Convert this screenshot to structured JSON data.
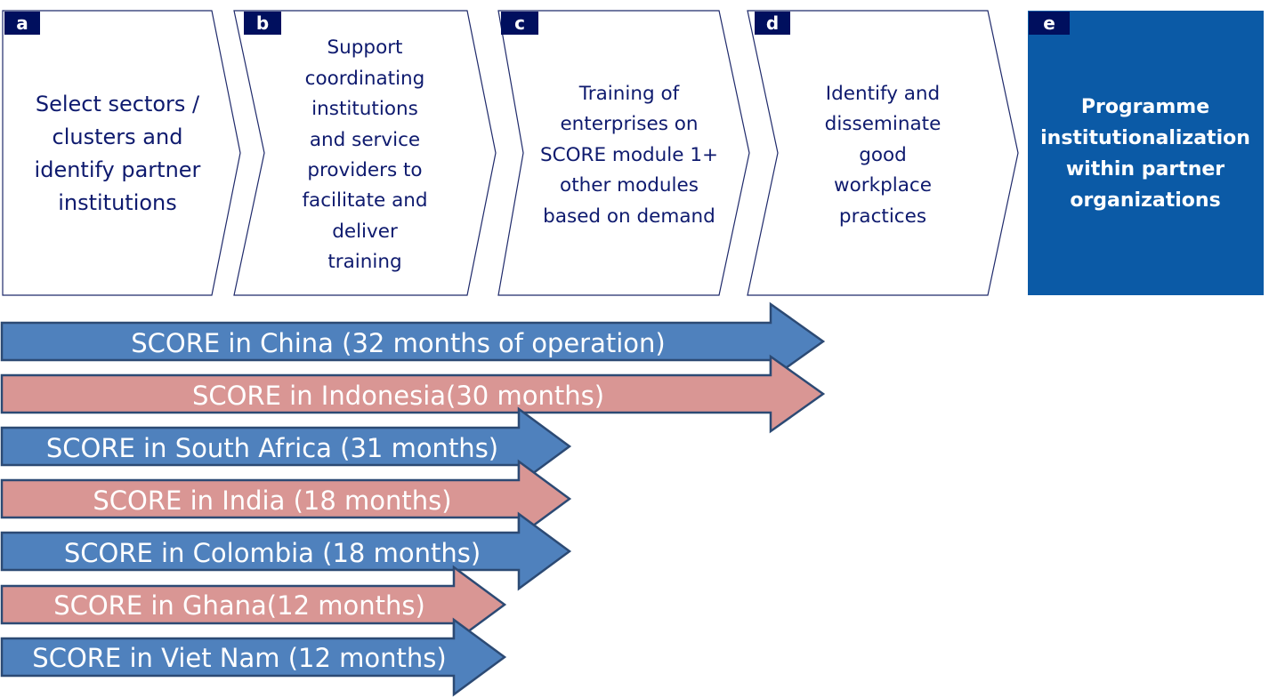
{
  "stages": [
    {
      "letter": "a",
      "text": "Select sectors /\nclusters and\nidentify partner\ninstitutions"
    },
    {
      "letter": "b",
      "text": "Support\ncoordinating\ninstitutions\nand service\nproviders to\nfacilitate and\ndeliver\ntraining"
    },
    {
      "letter": "c",
      "text": "Training of\nenterprises on\nSCORE module 1+\nother modules\nbased on demand"
    },
    {
      "letter": "d",
      "text": "Identify and\ndisseminate\ngood\nworkplace\npractices"
    },
    {
      "letter": "e",
      "text": "Programme\ninstitutionalization\nwithin partner\norganizations"
    }
  ],
  "countries": [
    {
      "label": "SCORE in China (32 months of operation)",
      "months": 32,
      "color": "#4f81bd"
    },
    {
      "label": "SCORE in Indonesia(30 months)",
      "months": 30,
      "color": "#d99694"
    },
    {
      "label": "SCORE in South Africa (31 months)",
      "months": 31,
      "color": "#4f81bd"
    },
    {
      "label": "SCORE in India (18 months)",
      "months": 18,
      "color": "#d99694"
    },
    {
      "label": "SCORE in Colombia (18 months)",
      "months": 18,
      "color": "#4f81bd"
    },
    {
      "label": "SCORE in Ghana(12 months)",
      "months": 12,
      "color": "#d99694"
    },
    {
      "label": "SCORE in Viet Nam (12 months)",
      "months": 12,
      "color": "#4f81bd"
    }
  ],
  "colors": {
    "stage_e_fill": "#0b5aa6",
    "letter_fill": "#000f5e",
    "stage_text": "#0e1a6e",
    "outline": "#1f2a6b"
  }
}
